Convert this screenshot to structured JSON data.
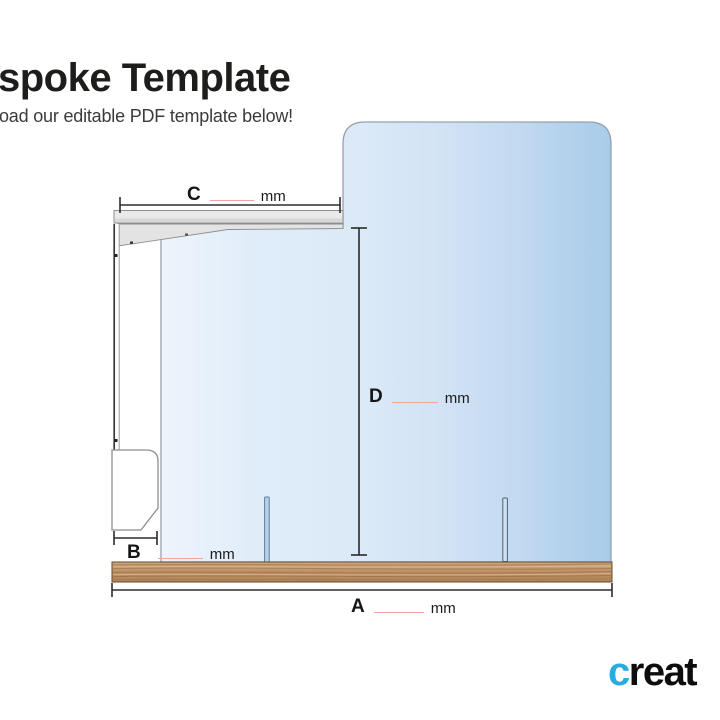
{
  "header": {
    "title": "spoke Template",
    "subtitle": "oad our editable PDF template below!"
  },
  "dimensions": {
    "a": {
      "letter": "A",
      "unit": "mm"
    },
    "b": {
      "letter": "B",
      "unit": "mm"
    },
    "c": {
      "letter": "C",
      "unit": "mm"
    },
    "d": {
      "letter": "D",
      "unit": "mm"
    }
  },
  "logo": {
    "first_letter": "c",
    "rest": "reat"
  },
  "colors": {
    "fill_in_line": "#f0a59d",
    "logo_blue": "#29abe2",
    "glass_light": "#eef4fc",
    "glass_dark": "#a8cce9",
    "wood_base": "#c09468",
    "dimension_line": "#2b2b2b"
  }
}
